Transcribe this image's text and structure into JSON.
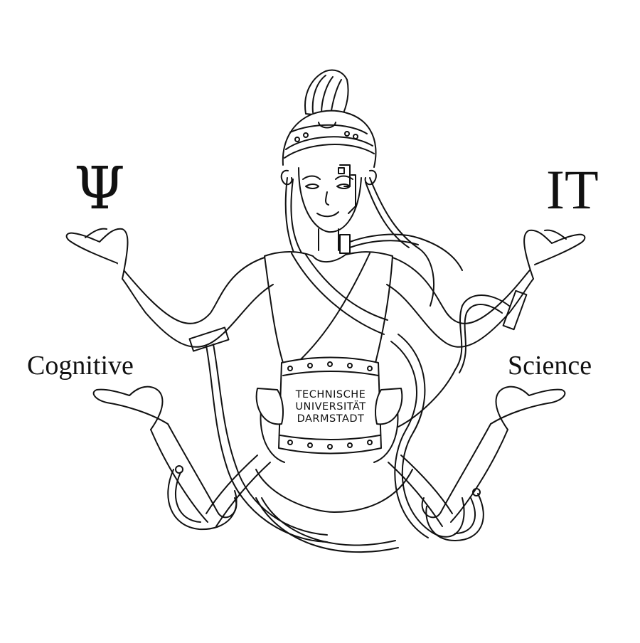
{
  "logo": {
    "top_left_symbol": "Ψ",
    "top_right_text": "IT",
    "left_word": "Cognitive",
    "right_word": "Science",
    "belt_lines": [
      "TECHNISCHE",
      "UNIVERSITÄT",
      "DARMSTADT"
    ]
  },
  "colors": {
    "background": "#ffffff",
    "ink": "#111111"
  }
}
